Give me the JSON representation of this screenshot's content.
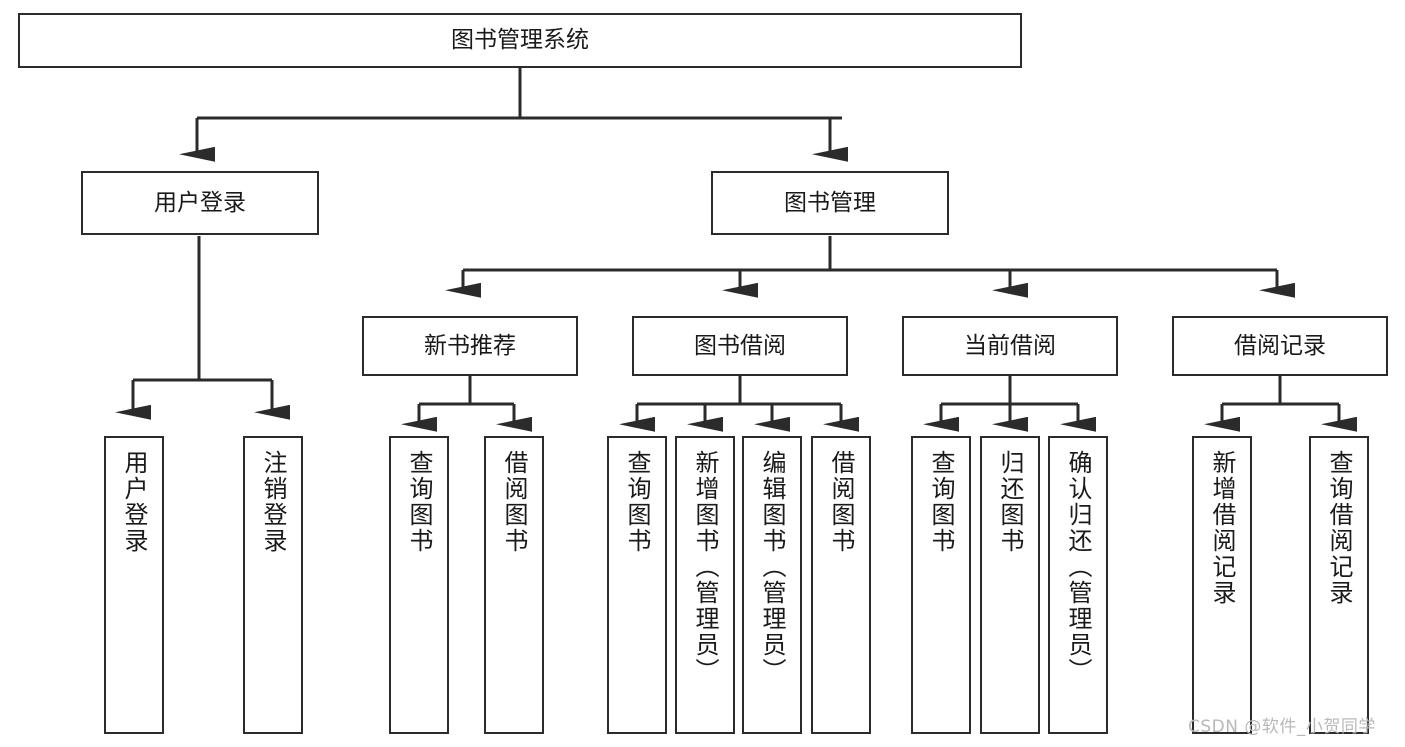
{
  "diagram": {
    "title": "图书管理系统",
    "root": {
      "id": "root",
      "label": "图书管理系统"
    },
    "level2": [
      {
        "id": "user-login",
        "label": "用户登录"
      },
      {
        "id": "book-manage",
        "label": "图书管理"
      }
    ],
    "level3": [
      {
        "id": "new-book-recommend",
        "label": "新书推荐"
      },
      {
        "id": "book-borrow",
        "label": "图书借阅"
      },
      {
        "id": "current-borrow",
        "label": "当前借阅"
      },
      {
        "id": "borrow-record",
        "label": "借阅记录"
      }
    ],
    "leaves": {
      "user_login": [
        {
          "id": "leaf-user-login",
          "label": "用户登录"
        },
        {
          "id": "leaf-logout-login",
          "label": "注销登录"
        }
      ],
      "new_book_recommend": [
        {
          "id": "leaf-query-book-1",
          "label": "查询图书"
        },
        {
          "id": "leaf-borrow-book-1",
          "label": "借阅图书"
        }
      ],
      "book_borrow": [
        {
          "id": "leaf-query-book-2",
          "label": "查询图书"
        },
        {
          "id": "leaf-add-book",
          "label": "新增图书（管理员）"
        },
        {
          "id": "leaf-edit-book",
          "label": "编辑图书（管理员）"
        },
        {
          "id": "leaf-borrow-book-2",
          "label": "借阅图书"
        }
      ],
      "current_borrow": [
        {
          "id": "leaf-query-book-3",
          "label": "查询图书"
        },
        {
          "id": "leaf-return-book",
          "label": "归还图书"
        },
        {
          "id": "leaf-confirm-return",
          "label": "确认归还（管理员）"
        }
      ],
      "borrow_record": [
        {
          "id": "leaf-add-record",
          "label": "新增借阅记录"
        },
        {
          "id": "leaf-query-record",
          "label": "查询借阅记录"
        }
      ]
    },
    "colors": {
      "stroke": "#2b2b2b",
      "fill": "#ffffff",
      "text": "#1a1a1a",
      "watermark": "#b9b9b9"
    }
  },
  "watermark": {
    "text": "CSDN @软件_小贺同学"
  }
}
